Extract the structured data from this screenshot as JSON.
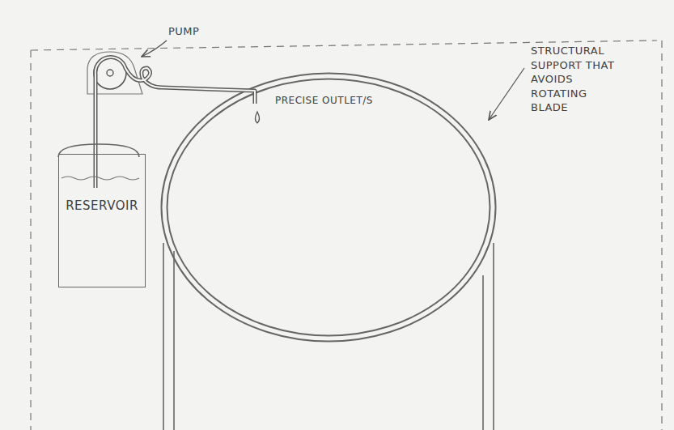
{
  "diagram": {
    "nodes": [
      {
        "text": [
          "RESERVOIR"
        ]
      }
    ],
    "labels": [
      "PUMP",
      "PRECISE OUTLET/S",
      "STRUCTURAL SUPPORT THAT AVOIDS ROTATING BLADE"
    ]
  }
}
